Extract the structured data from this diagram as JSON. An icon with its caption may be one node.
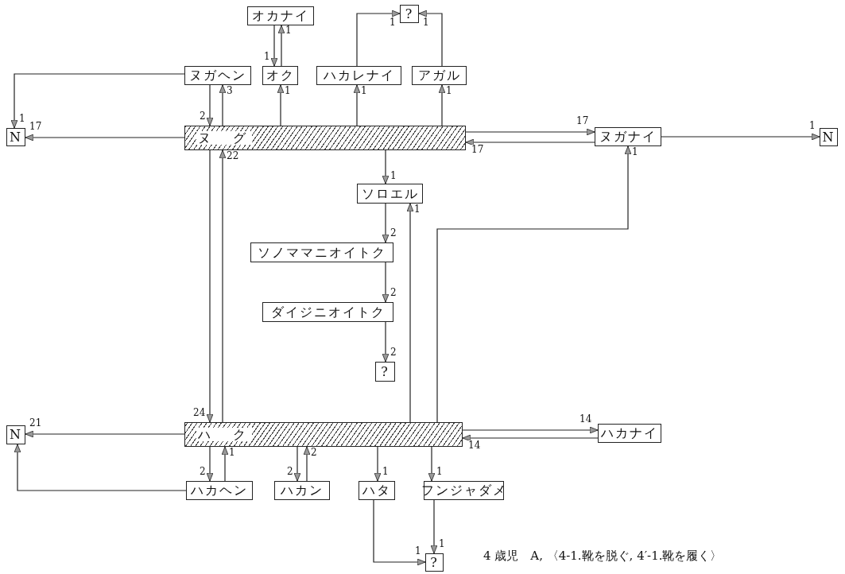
{
  "diagram": {
    "caption": "4 歳児　A, 〈4-1.靴を脱ぐ, 4′-1.靴を履く〉",
    "nodes": [
      {
        "text": [
          "オカナイ"
        ]
      },
      {
        "text": [
          "?"
        ]
      },
      {
        "text": [
          "ヌガヘン"
        ]
      },
      {
        "text": [
          "オク"
        ]
      },
      {
        "text": [
          "ハカレナイ"
        ]
      },
      {
        "text": [
          "アガル"
        ]
      },
      {
        "text": [
          "N"
        ]
      },
      {
        "text": [
          "ヌ　グ"
        ]
      },
      {
        "text": [
          "ヌガナイ"
        ]
      },
      {
        "text": [
          "N"
        ]
      },
      {
        "text": [
          "ソロエル"
        ]
      },
      {
        "text": [
          "ソノママニオイトク"
        ]
      },
      {
        "text": [
          "ダイジニオイトク"
        ]
      },
      {
        "text": [
          "?"
        ]
      },
      {
        "text": [
          "N"
        ]
      },
      {
        "text": [
          "ハ　ク"
        ]
      },
      {
        "text": [
          "ハカナイ"
        ]
      },
      {
        "text": [
          "ハカヘン"
        ]
      },
      {
        "text": [
          "ハカン"
        ]
      },
      {
        "text": [
          "ハタ"
        ]
      },
      {
        "text": [
          "フンジャダメ"
        ]
      },
      {
        "text": [
          "?"
        ]
      }
    ],
    "edges": [
      {
        "from": 0,
        "to": 3,
        "arrow": "to",
        "label": "1"
      },
      {
        "from": 3,
        "to": 0,
        "arrow": "to",
        "label": "1"
      },
      {
        "from": 4,
        "to": 1,
        "arrow": "to",
        "label": "1"
      },
      {
        "from": 5,
        "to": 1,
        "arrow": "to",
        "label": "1"
      },
      {
        "from": 2,
        "to": 6,
        "arrow": "to",
        "label": "1"
      },
      {
        "from": 2,
        "to": 7,
        "arrow": "to",
        "label": "2"
      },
      {
        "from": 7,
        "to": 2,
        "arrow": "to",
        "label": "3"
      },
      {
        "from": 7,
        "to": 3,
        "arrow": "to",
        "label": "1"
      },
      {
        "from": 7,
        "to": 4,
        "arrow": "to",
        "label": "1"
      },
      {
        "from": 7,
        "to": 5,
        "arrow": "to",
        "label": "1"
      },
      {
        "from": 7,
        "to": 6,
        "arrow": "to",
        "label": "17"
      },
      {
        "from": 7,
        "to": 8,
        "arrow": "to",
        "label": "17"
      },
      {
        "from": 8,
        "to": 7,
        "arrow": "to",
        "label": "17"
      },
      {
        "from": 8,
        "to": 9,
        "arrow": "to",
        "label": "1"
      },
      {
        "from": 7,
        "to": 10,
        "arrow": "to",
        "label": "1"
      },
      {
        "from": 10,
        "to": 11,
        "arrow": "to",
        "label": "2"
      },
      {
        "from": 11,
        "to": 12,
        "arrow": "to",
        "label": "2"
      },
      {
        "from": 12,
        "to": 13,
        "arrow": "to",
        "label": "2"
      },
      {
        "from": 7,
        "to": 15,
        "arrow": "to",
        "label": "24"
      },
      {
        "from": 15,
        "to": 7,
        "arrow": "to",
        "label": "22"
      },
      {
        "from": 15,
        "to": 10,
        "arrow": "to",
        "label": "1"
      },
      {
        "from": 15,
        "to": 8,
        "arrow": "to",
        "label": "1"
      },
      {
        "from": 15,
        "to": 14,
        "arrow": "to",
        "label": "21"
      },
      {
        "from": 15,
        "to": 16,
        "arrow": "to",
        "label": "14"
      },
      {
        "from": 16,
        "to": 15,
        "arrow": "to",
        "label": "14"
      },
      {
        "from": 15,
        "to": 17,
        "arrow": "to",
        "label": "2"
      },
      {
        "from": 17,
        "to": 15,
        "arrow": "to",
        "label": "1"
      },
      {
        "from": 15,
        "to": 18,
        "arrow": "to",
        "label": "2"
      },
      {
        "from": 18,
        "to": 15,
        "arrow": "to",
        "label": "2"
      },
      {
        "from": 15,
        "to": 19,
        "arrow": "to",
        "label": "1"
      },
      {
        "from": 15,
        "to": 20,
        "arrow": "to",
        "label": "1"
      },
      {
        "from": 17,
        "to": 14,
        "arrow": "to"
      },
      {
        "from": 19,
        "to": 21,
        "arrow": "to",
        "label": "1"
      },
      {
        "from": 20,
        "to": 21,
        "arrow": "to",
        "label": "1"
      }
    ]
  }
}
